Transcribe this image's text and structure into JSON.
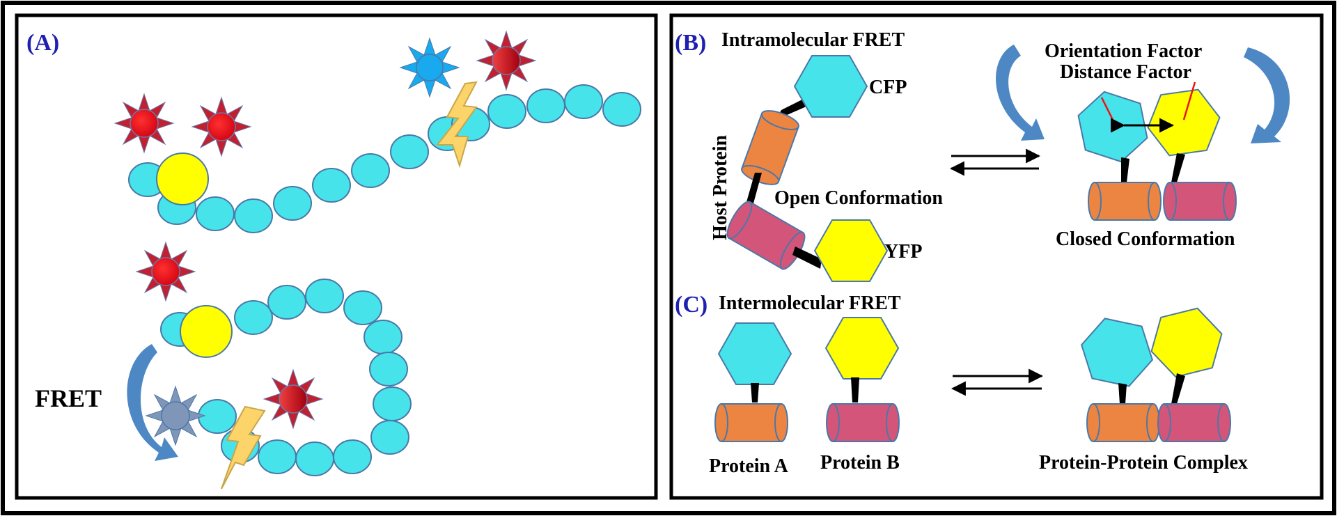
{
  "colors": {
    "bead": "#46e3ea",
    "bead_stroke": "#4a78a8",
    "yellow": "#ffff00",
    "red": "#ee1111",
    "red_dark": "#a00010",
    "blue_star": "#19a9ee",
    "gray_star": "#8096b8",
    "bolt": "#fdd46a",
    "orange_cyl": "#ec8442",
    "pink_cyl": "#d4557a",
    "arrow_blue": "#4d88c4",
    "panel_label": "#1f1fb0"
  },
  "panelA": {
    "label": "(A)",
    "fret_label": "FRET"
  },
  "panelB": {
    "label": "(B)",
    "title": "Intramolecular FRET",
    "cfp": "CFP",
    "yfp": "YFP",
    "host_protein": "Host Protein",
    "open": "Open Conformation",
    "closed": "Closed Conformation",
    "orientation": "Orientation Factor",
    "distance": "Distance Factor"
  },
  "panelC": {
    "label": "(C)",
    "title": "Intermolecular FRET",
    "protein_a": "Protein A",
    "protein_b": "Protein B",
    "complex": "Protein-Protein Complex"
  }
}
